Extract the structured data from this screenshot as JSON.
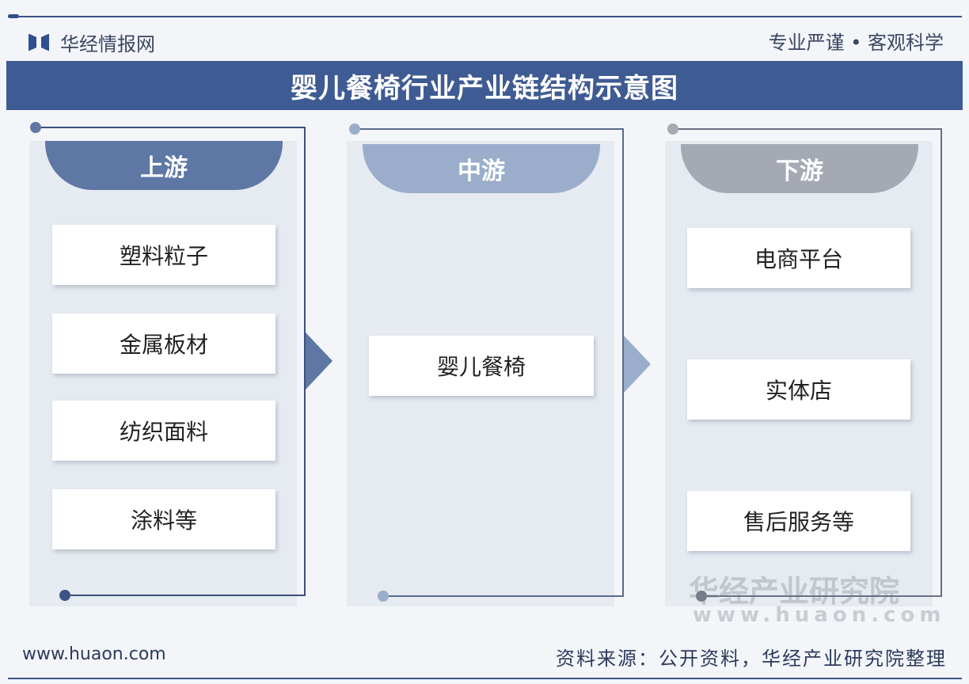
{
  "header": {
    "brand": "华经情报网",
    "slogan": "专业严谨 • 客观科学",
    "title": "婴儿餐椅行业产业链结构示意图"
  },
  "columns": [
    {
      "label": "上游",
      "items": [
        "塑料粒子",
        "金属板材",
        "纺织面料",
        "涂料等"
      ],
      "color": "#5e77a5"
    },
    {
      "label": "中游",
      "items": [
        "婴儿餐椅"
      ],
      "color": "#9aaecb"
    },
    {
      "label": "下游",
      "items": [
        "电商平台",
        "实体店",
        "售后服务等"
      ],
      "color": "#a4a9b3"
    }
  ],
  "watermark": {
    "name": "华经产业研究院",
    "url": "www.huaon.com"
  },
  "footer": {
    "website": "www.huaon.com",
    "source": "资料来源：公开资料，华经产业研究院整理"
  }
}
